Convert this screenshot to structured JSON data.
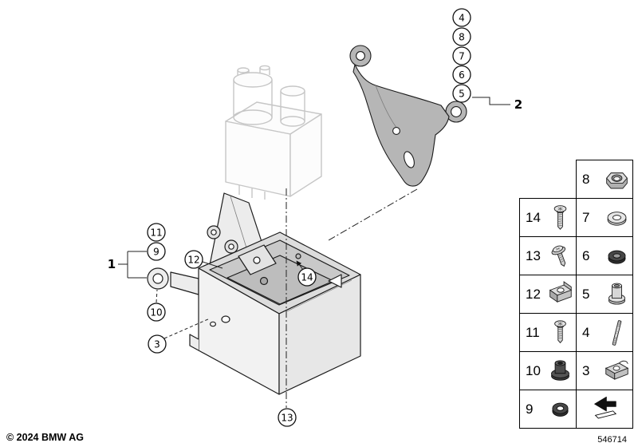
{
  "footer": {
    "copyright": "© 2024 BMW AG",
    "diagram_number": "546714"
  },
  "callouts": {
    "c1": "1",
    "c2": "2",
    "c3": "3",
    "c4": "4",
    "c5": "5",
    "c6": "6",
    "c7": "7",
    "c8": "8",
    "c9": "9",
    "c10": "10",
    "c11": "11",
    "c12": "12",
    "c13": "13",
    "c14": "14"
  },
  "legend": {
    "cells": {
      "n8": "8",
      "n14": "14",
      "n7": "7",
      "n13": "13",
      "n6": "6",
      "n12": "12",
      "n5": "5",
      "n11": "11",
      "n4": "4",
      "n10": "10",
      "n3": "3",
      "n9": "9"
    },
    "icons": {
      "8": "hex-nut",
      "14": "torx-screw",
      "7": "flat-washer",
      "13": "flanged-torx-screw",
      "6": "rubber-washer",
      "12": "cage-clip",
      "5": "spacer-sleeve",
      "11": "torx-screw",
      "4": "threaded-stud",
      "10": "rubber-grommet",
      "3": "spring-clip",
      "9": "grommet-ring",
      "arrow": "direction-arrow"
    }
  }
}
